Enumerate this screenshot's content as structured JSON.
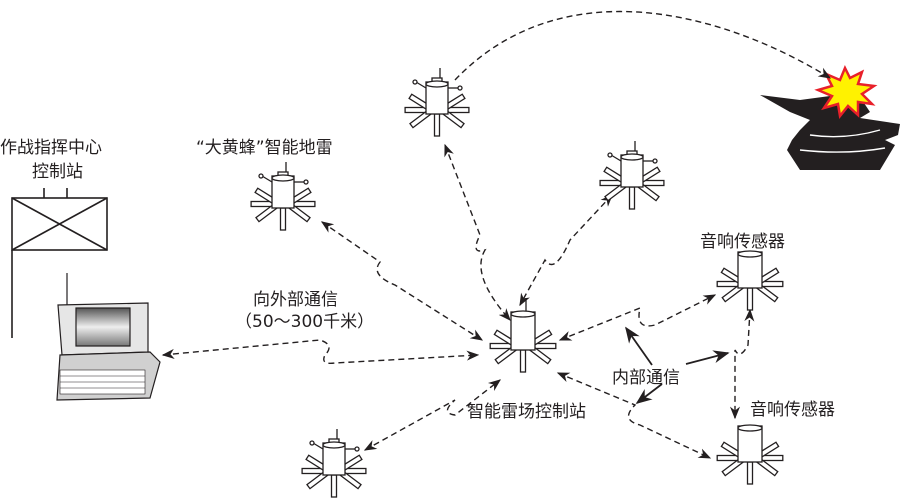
{
  "labels": {
    "command_center_line1": "作战指挥中心",
    "command_center_line2": "控制站",
    "hornet_mine": "“大黄蜂”智能地雷",
    "external_comm": "向外部通信",
    "external_range": "（50～300千米）",
    "acoustic_sensor_1": "音响传感器",
    "acoustic_sensor_2": "音响传感器",
    "internal_comm": "内部通信",
    "minefield_control_station": "智能雷场控制站"
  },
  "colors": {
    "line": "#231f20",
    "explosion_red": "#e8202a",
    "explosion_yellow": "#fff200"
  }
}
